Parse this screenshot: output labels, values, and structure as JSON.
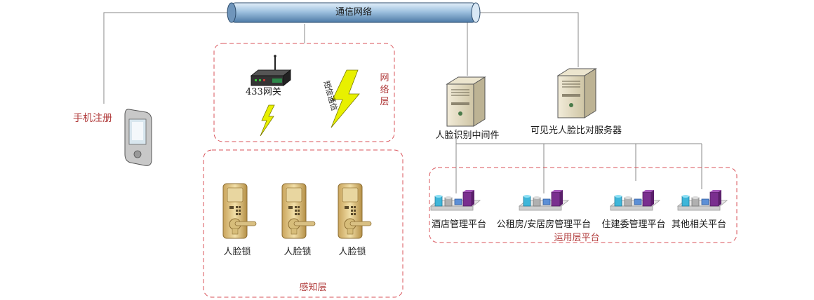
{
  "network": {
    "pipe_label": "通信网络"
  },
  "phone": {
    "label": "手机注册"
  },
  "network_layer": {
    "title": "网络层",
    "gateway_label": "433网关",
    "link_label": "短信通信"
  },
  "perception_layer": {
    "title": "感知层",
    "locks": [
      {
        "label": "人脸锁"
      },
      {
        "label": "人脸锁"
      },
      {
        "label": "人脸锁"
      }
    ]
  },
  "servers": {
    "middleware_label": "人脸识别中间件",
    "compare_label": "可见光人脸比对服务器"
  },
  "application_layer": {
    "title": "运用层平台",
    "platforms": [
      {
        "label": "酒店管理平台"
      },
      {
        "label": "公租房/安居房管理平台"
      },
      {
        "label": "住建委管理平台"
      },
      {
        "label": "其他相关平台"
      }
    ]
  },
  "colors": {
    "pipe": "#9fc2e0",
    "dashed_border": "#d9535a",
    "layer_title": "#b03a3a",
    "lightning": "#e8f000",
    "device_purple": "#7a2f8f",
    "device_cyan": "#3fb6d9"
  }
}
